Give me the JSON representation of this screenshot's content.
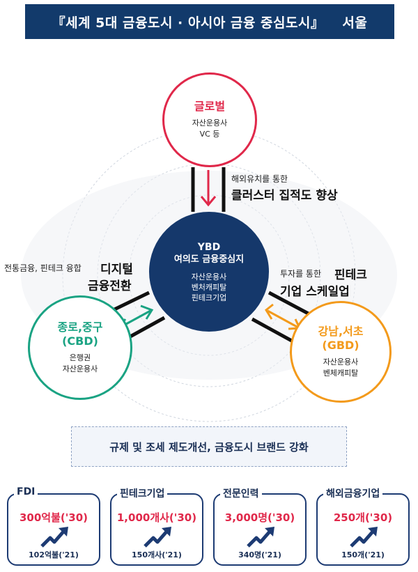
{
  "banner": {
    "title": "『세계 5대 금융도시 · 아시아 금융 중심도시』",
    "city": "서울"
  },
  "global": {
    "title": "글로벌",
    "lines": [
      "자산운용사",
      "VC 등"
    ]
  },
  "ybd": {
    "code": "YBD",
    "name": "여의도 금융중심지",
    "lines": [
      "자산운용사",
      "벤처캐피탈",
      "핀테크기업"
    ]
  },
  "cbd": {
    "title": "종로,중구",
    "code": "(CBD)",
    "lines": [
      "은행권",
      "자산운용사"
    ]
  },
  "gbd": {
    "title": "강남,서초",
    "code": "(GBD)",
    "lines": [
      "자산운용사",
      "벤체캐피탈"
    ]
  },
  "notes": {
    "top_small": "해외유치를 통한",
    "top_big": "클러스터 집적도 향상",
    "left_small": "전통금융, 핀테크 융합",
    "left_big1": "디지털",
    "left_big2": "금융전환",
    "right_small": "투자를 통한",
    "right_big1": "핀테크",
    "right_big2": "기업 스케일업"
  },
  "reform": "규제 및 조세 제도개선,  금융도시 브랜드 강화",
  "cards": [
    {
      "label": "FDI",
      "target": "300억불('30)",
      "base": "102억불('21)"
    },
    {
      "label": "핀테크기업",
      "target": "1,000개사('30)",
      "base": "150개사('21)"
    },
    {
      "label": "전문인력",
      "target": "3,000명('30)",
      "base": "340명('21)"
    },
    {
      "label": "해외금융기업",
      "target": "250개('30)",
      "base": "150개('21)"
    }
  ],
  "colors": {
    "navy": "#123a6b",
    "red": "#e0284a",
    "green": "#1aa383",
    "orange": "#f39a1b"
  }
}
